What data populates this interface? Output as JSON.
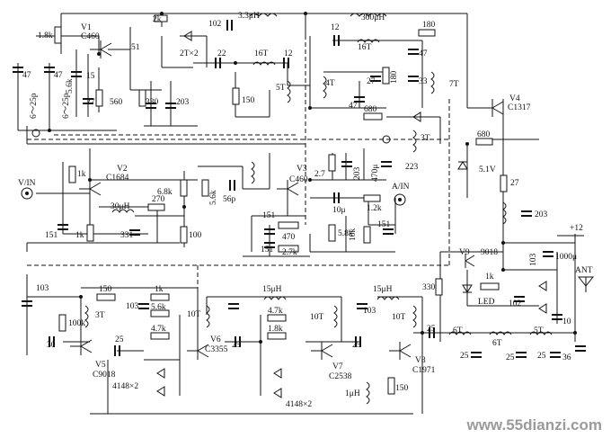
{
  "watermark": "www.55dianzi.com",
  "transistors": [
    {
      "id": "V1",
      "model": "C460"
    },
    {
      "id": "V2",
      "model": "C1684"
    },
    {
      "id": "V3",
      "model": "C460"
    },
    {
      "id": "V4",
      "model": "C1317"
    },
    {
      "id": "V5",
      "model": "C9018"
    },
    {
      "id": "V6",
      "model": "C3355"
    },
    {
      "id": "V7",
      "model": "C2538"
    },
    {
      "id": "V8",
      "model": "C1971"
    },
    {
      "id": "V9",
      "model": "9018"
    }
  ],
  "connectors": {
    "v_in": "V/IN",
    "a_in": "A/IN",
    "ant": "ANT",
    "supply": "+12"
  },
  "labels": {
    "r_1_8k": "1.8k",
    "r_2k": "2k",
    "c_102_top": "102",
    "l_3_3uh": "3.3μH",
    "l_300uh": "300μH",
    "c_47_a": "47",
    "c_47_b": "47",
    "c_6_25p_a": "6～25p",
    "c_6_25p_b": "6～25p",
    "r_5_6k_v1": "5.6k",
    "c_15": "15",
    "c_27_v1": "27",
    "r_560": "560",
    "c_51": "51",
    "coil_2tx2": "2T×2",
    "r_330_v1": "330",
    "c_203_v1": "203",
    "c_22": "22",
    "coil_16t_a": "16T",
    "c_12_a": "12",
    "r_150_mid": "150",
    "coil_5t_mid": "5T",
    "c_12_b": "12",
    "coil_16t_b": "16T",
    "r_180_top": "180",
    "c_47_c": "47",
    "coil_4t": "4T",
    "c_27_b": "27",
    "r_180_mid": "180",
    "c_33": "33",
    "c_47_d": "47",
    "coil_7t": "7T",
    "r_680_a": "680",
    "coil_3t_mid": "3T",
    "c_223": "223",
    "r_680_b": "680",
    "z_5_1v": "5.1V",
    "r_27": "27",
    "c_203_v4": "203",
    "r_1k_v2": "1k",
    "c_151_a": "151",
    "r_1k_v2b": "1k",
    "l_30uh": "30μH",
    "r_270": "270",
    "c_331": "331",
    "r_6_8k": "6.8k",
    "r_5_6k_v3": "5.6k",
    "c_56p": "56p",
    "r_100": "100",
    "r_2_7": "2.7",
    "c_203_v3": "203",
    "c_470u": "470μ",
    "c_151_b": "151",
    "r_470": "470",
    "c_151_c": "151",
    "r_2_7k": "2.7k",
    "c_10u": "10μ",
    "r_5_8k": "5.8k",
    "r_1_2k": "1.2k",
    "r_10k": "10k",
    "c_151_d": "151",
    "c_103_a": "103",
    "r_150_v5": "150",
    "r_1k_top": "1k",
    "coil_3t_v5": "3T",
    "c_103_b": "103",
    "r_100k": "100k",
    "r_5_6k_v6": "5.6k",
    "r_4_7k_v6": "4.7k",
    "c_30": "30",
    "c_25_a": "25",
    "diode_4148_a": "4148×2",
    "coil_10t_a": "10T",
    "l_15uh_a": "15μH",
    "r_4_7k_v7": "4.7k",
    "r_1_8k_v7": "1.8k",
    "c_25_b": "25",
    "diode_4148_b": "4148×2",
    "coil_10t_b": "10T",
    "c_103_c": "103",
    "l_15uh_b": "15μH",
    "coil_10t_c": "10T",
    "c_25_c": "25",
    "l_1uh": "1μH",
    "r_150_v8": "150",
    "r_330_v9": "330",
    "r_1k_v9": "1k",
    "led": "LED",
    "c_102_v9": "102",
    "c_103_v9": "103",
    "c_1000u": "1000μ",
    "c_10": "10",
    "c_25_d": "25",
    "coil_6t_a": "6T",
    "coil_6t_b": "6T",
    "coil_5t_out": "5T",
    "c_25_e": "25",
    "c_25_f": "25",
    "c_25_g": "25",
    "c_36": "36"
  }
}
